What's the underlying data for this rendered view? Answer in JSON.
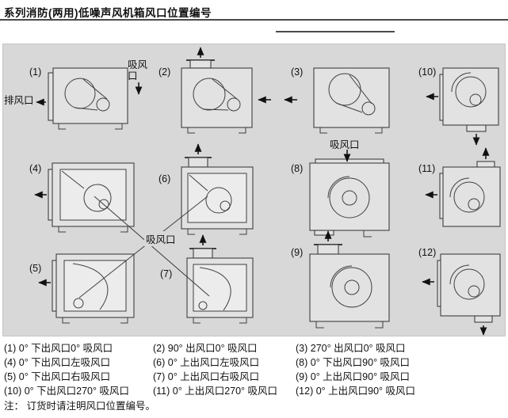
{
  "page": {
    "title": "系列消防(两用)低噪声风机箱风口位置编号"
  },
  "diagram": {
    "units": [
      {
        "label": "(1)"
      },
      {
        "label": "(2)"
      },
      {
        "label": "(3)"
      },
      {
        "label": "(4)"
      },
      {
        "label": "(5)"
      },
      {
        "label": "(6)"
      },
      {
        "label": "(7)"
      },
      {
        "label": "(8)"
      },
      {
        "label": "(9)"
      },
      {
        "label": "(10)"
      },
      {
        "label": "(11)"
      },
      {
        "label": "(12)"
      }
    ],
    "port_labels": {
      "exhaust": "排风口",
      "intake": "吸风口"
    }
  },
  "legend": {
    "rows": [
      [
        "(1) 0° 下出风口0° 吸风口",
        "(2) 90° 出风口0° 吸风口",
        "(3) 270° 出风口0° 吸风口"
      ],
      [
        "(4) 0° 下出风口左吸风口",
        "(6) 0° 上出风口左吸风口",
        "(8) 0° 下出风口90° 吸风口"
      ],
      [
        "(5) 0° 下出风口右吸风口",
        "(7) 0° 上出风口右吸风口",
        "(9) 0° 上出风口90° 吸风口"
      ],
      [
        "(10) 0° 下出风口270° 吸风口",
        "(11) 0° 上出风口270° 吸风口",
        "(12) 0° 上出风口90° 吸风口"
      ]
    ],
    "note": "注： 订货时请注明风口位置编号。"
  }
}
